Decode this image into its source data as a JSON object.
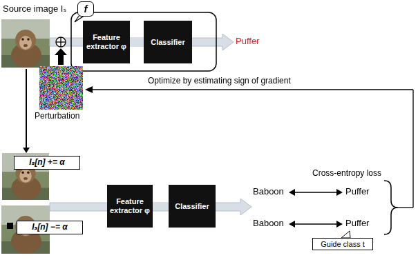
{
  "diagram": {
    "nodes": [
      {
        "text": [
          "f"
        ]
      },
      {
        "text": [
          "Feature extractor φ"
        ]
      },
      {
        "text": [
          "Classifier"
        ]
      },
      {
        "text": [
          "Iₛ[n] += α"
        ]
      },
      {
        "text": [
          "Feature extractor φ"
        ]
      },
      {
        "text": [
          "Classifier"
        ]
      },
      {
        "text": [
          "Iₛ[n] −= α"
        ]
      },
      {
        "text": [
          "Guide class t"
        ]
      }
    ],
    "edges": [
      {
        "from": 1,
        "to": 2,
        "arrow": "none"
      },
      {
        "from": 4,
        "to": 5,
        "arrow": "none"
      }
    ],
    "labels": [
      "Source image Iₛ",
      "Puffer",
      "Perturbation",
      "Optimize by estimating sign of gradient",
      "Cross-entropy loss",
      "Baboon",
      "Puffer",
      "Baboon",
      "Puffer"
    ]
  }
}
